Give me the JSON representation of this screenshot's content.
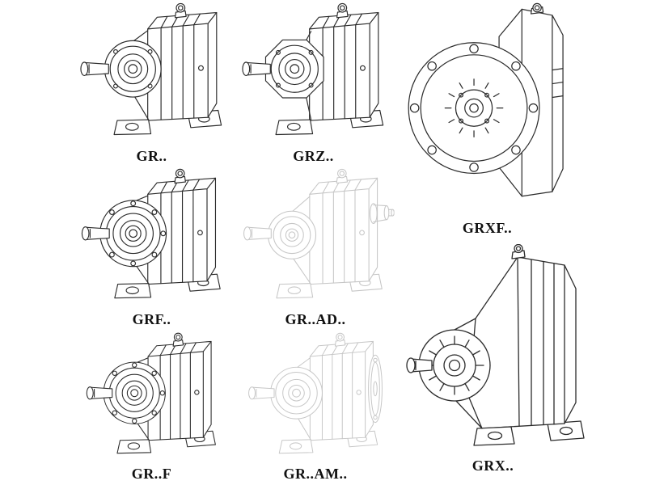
{
  "page": {
    "background": "#ffffff"
  },
  "colors": {
    "line": "#2b2b2b",
    "faint_line": "#c6c6c6",
    "label_text": "#111111"
  },
  "figures": {
    "gr": {
      "label": "GR..",
      "style": "solid",
      "description": "foot-mounted helical gear reducer"
    },
    "grz": {
      "label": "GRZ..",
      "style": "solid",
      "description": "foot-mounted helical gear reducer, faceted bell"
    },
    "grxf": {
      "label": "GRXF..",
      "style": "solid",
      "description": "flange-mounted gear reducer, front view"
    },
    "grf": {
      "label": "GRF..",
      "style": "solid",
      "description": "flange + foot mounted gear reducer"
    },
    "grad": {
      "label": "GR..AD..",
      "style": "faint",
      "description": "gear reducer with input adapter"
    },
    "grx": {
      "label": "GRX..",
      "style": "solid",
      "description": "large foot-mounted gear reducer"
    },
    "grff": {
      "label": "GR..F",
      "style": "solid",
      "description": "foot mounted gear reducer with flange"
    },
    "gram": {
      "label": "GR..AM..",
      "style": "faint",
      "description": "gear reducer with motor adapter flange"
    }
  }
}
